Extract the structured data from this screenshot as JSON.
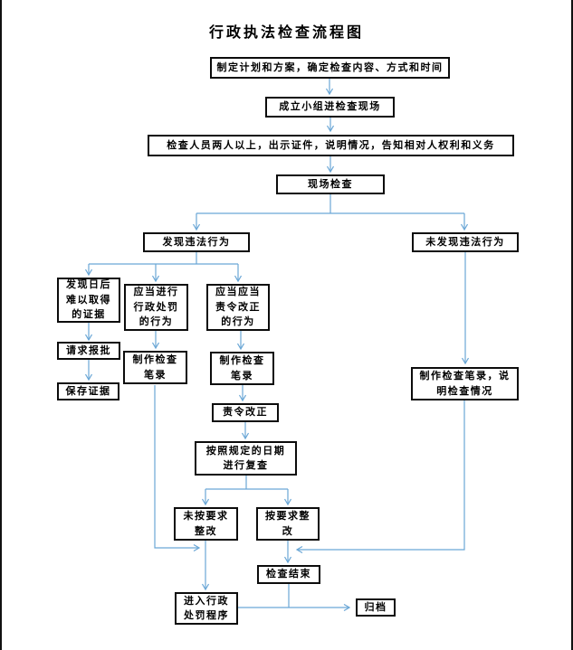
{
  "page": {
    "title": "行政执法检查流程图"
  },
  "flow": {
    "colors": {
      "connector_blue": "#6ba7d6",
      "box_border": "#0c0c0c",
      "page_edge": "#111111"
    },
    "nodes": {
      "plan": "制定计划和方案，确定检查内容、方式和时间",
      "team": "成立小组进检查现场",
      "notify": "检查人员两人以上，出示证件，说明情况，告知相对人权利和义务",
      "onsite": "现场检查",
      "found": "发现违法行为",
      "not_found": "未发现违法行为",
      "evidence": "发现日后\n难以取得\n的证据",
      "punish_act": "应当进行\n行政处罚\n的行为",
      "correct_act": "应当应当\n责令改正\n的行为",
      "approval": "请求报批",
      "save_evidence": "保存证据",
      "record1": "制作检查\n笔录",
      "record2": "制作检查\n笔录",
      "order_correct": "责令改正",
      "recheck": "按照规定的日期\n进行复查",
      "not_corrected": "未按要求\n整改",
      "corrected": "按要求整\n改",
      "record_explain": "制作检查笔录，说\n明检查情况",
      "end": "检查结束",
      "penalty": "进入行政\n处罚程序",
      "archive": "归档"
    },
    "edges": [
      {
        "from": "plan",
        "to": "team"
      },
      {
        "from": "team",
        "to": "notify"
      },
      {
        "from": "notify",
        "to": "onsite"
      },
      {
        "from": "onsite",
        "to": "found"
      },
      {
        "from": "onsite",
        "to": "not_found"
      },
      {
        "from": "found",
        "to": "evidence"
      },
      {
        "from": "found",
        "to": "punish_act"
      },
      {
        "from": "found",
        "to": "correct_act"
      },
      {
        "from": "evidence",
        "to": "approval"
      },
      {
        "from": "approval",
        "to": "save_evidence"
      },
      {
        "from": "punish_act",
        "to": "record1"
      },
      {
        "from": "correct_act",
        "to": "record2"
      },
      {
        "from": "record2",
        "to": "order_correct"
      },
      {
        "from": "order_correct",
        "to": "recheck"
      },
      {
        "from": "recheck",
        "to": "not_corrected"
      },
      {
        "from": "recheck",
        "to": "corrected"
      },
      {
        "from": "record1",
        "to": "penalty"
      },
      {
        "from": "not_corrected",
        "to": "penalty"
      },
      {
        "from": "corrected",
        "to": "end"
      },
      {
        "from": "not_found",
        "to": "record_explain"
      },
      {
        "from": "record_explain",
        "to": "end"
      },
      {
        "from": "penalty",
        "to": "archive"
      },
      {
        "from": "end",
        "to": "archive"
      }
    ]
  }
}
